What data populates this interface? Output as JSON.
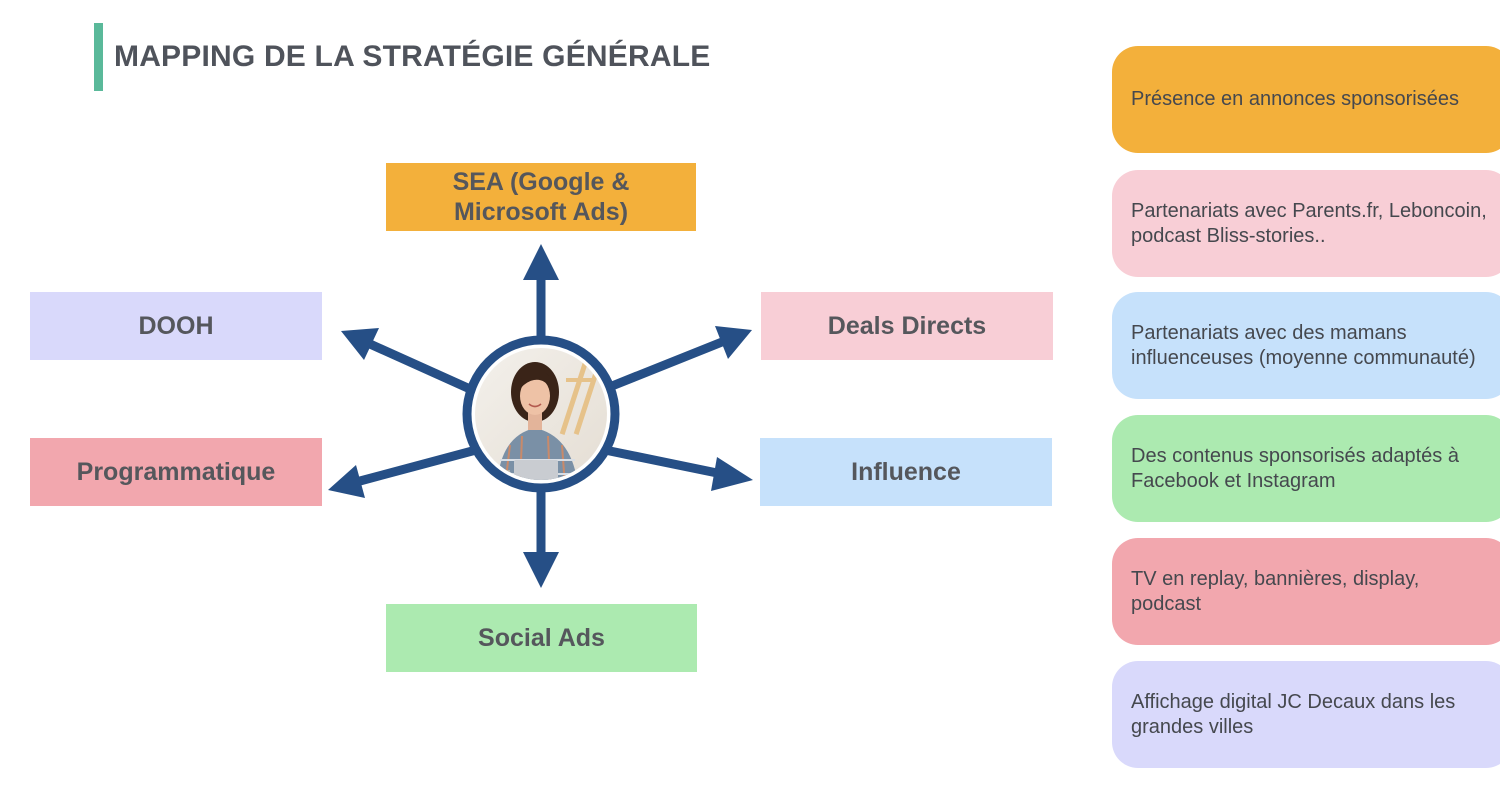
{
  "title": "MAPPING DE LA STRATÉGIE GÉNÉRALE",
  "colors": {
    "accent": "#5ab99a",
    "arrow": "#264f86",
    "orange": "#f3b03b",
    "pink": "#f8ced6",
    "lavender": "#d9d9fb",
    "red": "#f2a7ae",
    "blue": "#c6e1fb",
    "green": "#aceab0"
  },
  "center": {
    "image": "woman-with-laptop-photo"
  },
  "nodes": {
    "sea": "SEA (Google & Microsoft Ads)",
    "dooh": "DOOH",
    "deals": "Deals Directs",
    "programmatic": "Programmatique",
    "influence": "Influence",
    "social": "Social Ads"
  },
  "cards": [
    {
      "text": "Présence en annonces sponsorisées",
      "color": "#f3b03b"
    },
    {
      "text": "Partenariats avec Parents.fr, Leboncoin, podcast Bliss-stories..",
      "color": "#f8ced6"
    },
    {
      "text": "Partenariats avec des mamans influenceuses (moyenne communauté)",
      "color": "#c6e1fb"
    },
    {
      "text": "Des contenus sponsorisés adaptés à Facebook et Instagram",
      "color": "#aceab0"
    },
    {
      "text": "TV en replay, bannières, display, podcast",
      "color": "#f2a7ae"
    },
    {
      "text": "Affichage digital JC Decaux dans les grandes villes",
      "color": "#d9d9fb"
    }
  ]
}
